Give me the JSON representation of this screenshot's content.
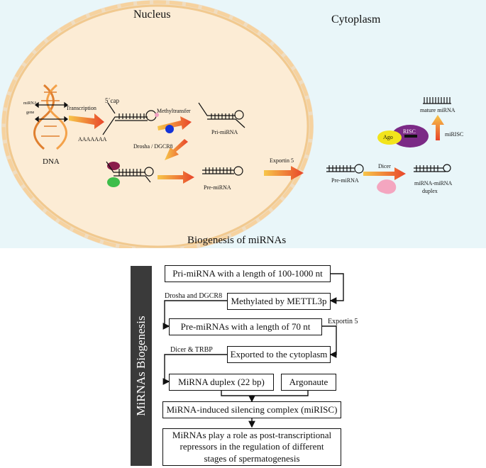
{
  "top_diagram": {
    "nucleus_label": "Nucleus",
    "cytoplasm_label": "Cytoplasm",
    "title": "Biogenesis  of miRNAs",
    "dna_label": "DNA",
    "gene_label_1": "miRNA",
    "gene_label_2": "gene",
    "transcription_label": "Transcription",
    "cap_label": "5´cap",
    "polya_label": "AAAAAAA",
    "methyltransfer_label": "Methyltransfer",
    "pri_mirna_label": "Pri-miRNA",
    "drosha_label": "Drosha / DGCR8",
    "pre_mirna_nucleus_label": "Pre-miRNA",
    "exportin_label": "Exportin 5",
    "pre_mirna_cyto_label": "Pre-miRNA",
    "dicer_label": "Dicer",
    "duplex_label_1": "miRNA-miRNA",
    "duplex_label_2": "duplex",
    "ago_label": "Ago",
    "risc_label": "RISC",
    "mirisc_label": "miRISC",
    "mature_label": "mature miRNA",
    "colors": {
      "background": "#e9f6f9",
      "nucleus_fill": "#fcecd5",
      "nucleus_border": "#f1c98f",
      "arrow": "#e8552a",
      "ago": "#f2e41c",
      "risc": "#7b2a86",
      "dicer": "#f4a6c0",
      "drosha": "#8a1c4a",
      "dgcr8": "#3dbd4a",
      "methyl": "#1433d8"
    }
  },
  "flowchart": {
    "sidebar_title": "MiRNAs Biogenesis",
    "boxes": [
      "Pri-miRNA with a length of 100-1000 nt",
      "Methylated by METTL3p",
      "Pre-miRNAs with a length of 70 nt",
      "Exported to the cytoplasm",
      "MiRNA duplex (22 bp)",
      "Argonaute",
      "MiRNA-induced silencing complex (miRISC)",
      "MiRNAs play a role as post-transcriptional repressors in the regulation of different stages of spermatogenesis"
    ],
    "edge_labels": {
      "drosha_dgcr8": "Drosha and DGCR8",
      "exportin": "Exportin 5",
      "dicer_trbp": "Dicer & TRBP"
    }
  }
}
